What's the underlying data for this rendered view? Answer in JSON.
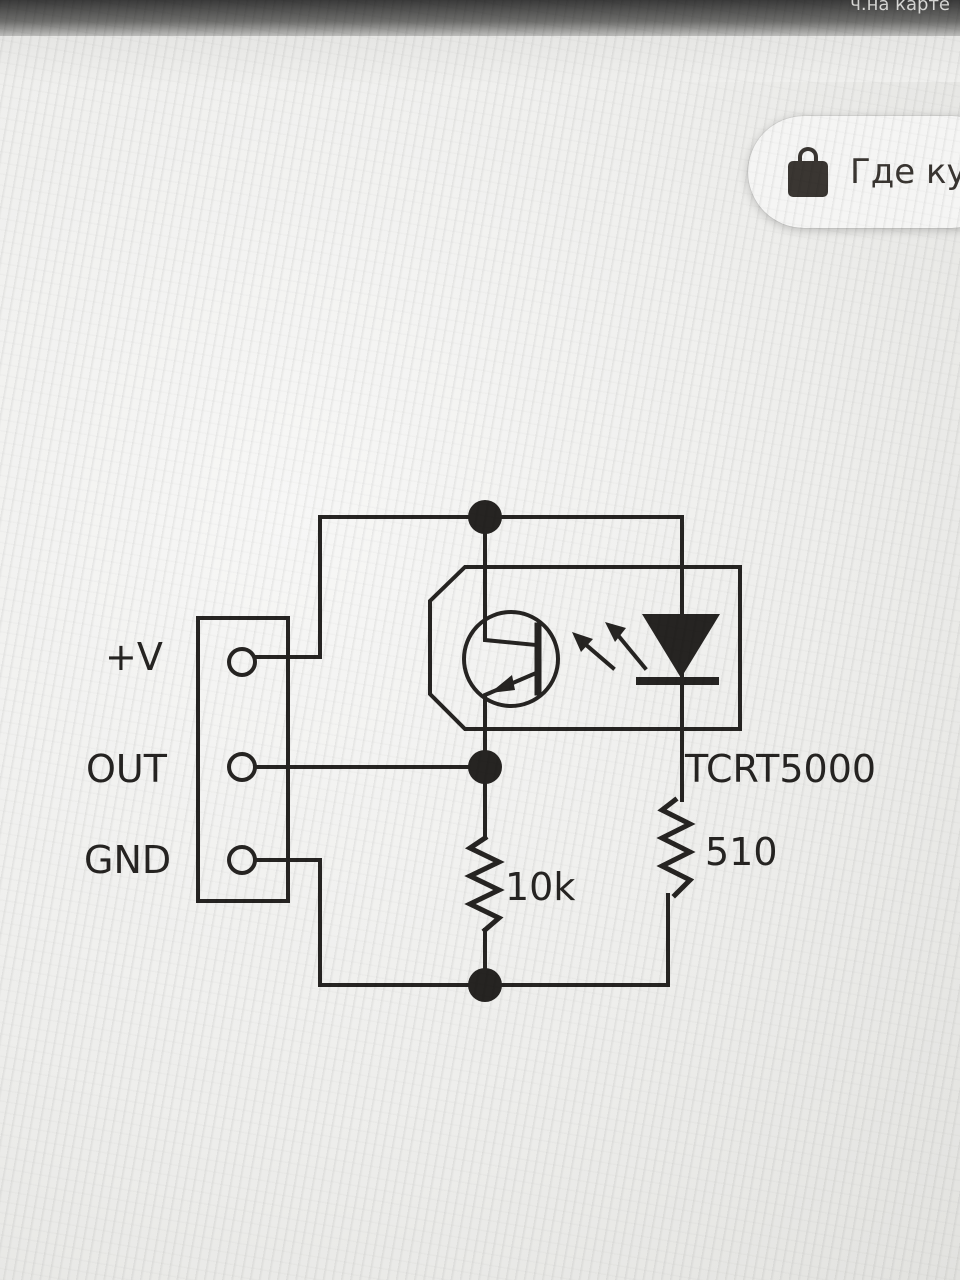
{
  "browser": {
    "top_text": "ч.на карте",
    "where_to_buy_label": "Где ку"
  },
  "schematic": {
    "connector_labels": [
      "+V",
      "OUT",
      "GND"
    ],
    "sensor_label": "TCRT5000",
    "resistor_left_label": "10k",
    "resistor_right_label": "510"
  },
  "colors": {
    "ink": "#262422",
    "screen": "#f1f1f0"
  }
}
